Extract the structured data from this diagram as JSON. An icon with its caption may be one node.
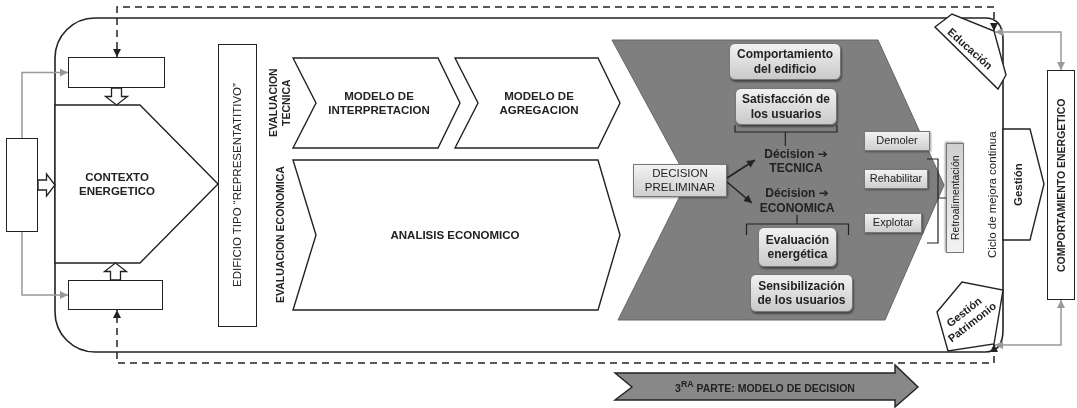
{
  "diagram": {
    "nodes": [
      {
        "text": [],
        "shape": "box"
      },
      {
        "text": [],
        "shape": "box"
      },
      {
        "text": [],
        "shape": "box",
        "in": 0
      },
      {
        "text": [],
        "shape": "box",
        "in": 0
      },
      {
        "text": [
          "CONTEXTO ENERGETICO"
        ],
        "in": 0
      },
      {
        "text": [
          "EDIFICIO TIPO “REPRESENTATITIVO”"
        ],
        "in": 0
      },
      {
        "text": [
          "MODELO DE INTERPRETACION"
        ],
        "in": 0
      },
      {
        "text": [
          "MODELO DE AGREGACION"
        ],
        "in": 0
      },
      {
        "text": [
          "ANALISIS ECONOMICO"
        ],
        "in": 0
      },
      {
        "text": [],
        "shape": "chevron",
        "in": 0
      },
      {
        "text": [
          "Comportamiento del edificio"
        ],
        "in": 9
      },
      {
        "text": [
          "Satisfacción de los usuarios"
        ],
        "in": 9
      },
      {
        "text": [
          "DECISION PRELIMINAR"
        ],
        "in": 9
      },
      {
        "text": [
          "Décision ➔ TECNICA"
        ],
        "in": 9
      },
      {
        "text": [
          "Décision ➔ ECONOMICA"
        ],
        "in": 9
      },
      {
        "text": [
          "Evaluación energética"
        ],
        "in": 9
      },
      {
        "text": [
          "Sensibilización de los usuarios"
        ],
        "in": 9
      },
      {
        "text": [
          "Demoler"
        ],
        "in": 9
      },
      {
        "text": [
          "Rehabilitar"
        ],
        "in": 9
      },
      {
        "text": [
          "Explotar"
        ],
        "in": 9
      },
      {
        "text": [
          "Retroalimentación"
        ],
        "in": 0
      },
      {
        "text": [
          "Educación"
        ],
        "in": 0
      },
      {
        "text": [
          "Gestión"
        ]
      },
      {
        "text": [
          "Gestión Patrimonio"
        ],
        "in": 0
      },
      {
        "text": [
          "COMPORTAMIENTO ENERGETICO"
        ]
      },
      {
        "text": [
          "3$^{RA}$ PARTE: MODELO DE DECISION"
        ]
      }
    ],
    "edges": [
      {
        "from": 1,
        "to": 2,
        "arrow": "to",
        "color": "#999999"
      },
      {
        "from": 1,
        "to": 3,
        "arrow": "to",
        "color": "#999999"
      },
      {
        "from": 1,
        "to": 4,
        "arrow": "to",
        "style": "thick"
      },
      {
        "from": 2,
        "to": 4,
        "arrow": "to",
        "style": "thick"
      },
      {
        "from": 3,
        "to": 4,
        "arrow": "to",
        "style": "thick"
      },
      {
        "from": 21,
        "to": 2,
        "arrow": "both",
        "style": "dashed",
        "color": "#222222"
      },
      {
        "from": 23,
        "to": 3,
        "arrow": "both",
        "style": "dashed",
        "color": "#222222"
      },
      {
        "from": 24,
        "to": 21,
        "arrow": "both",
        "color": "#999999"
      },
      {
        "from": 24,
        "to": 23,
        "arrow": "both",
        "color": "#999999"
      },
      {
        "from": 12,
        "to": 13,
        "arrow": "to",
        "color": "#222222"
      },
      {
        "from": 12,
        "to": 14,
        "arrow": "to",
        "color": "#222222"
      },
      {
        "from": 11,
        "to": 13,
        "arrow": "none",
        "color": "#222222"
      },
      {
        "from": 14,
        "to": 15,
        "arrow": "none",
        "color": "#222222"
      },
      {
        "from": 9,
        "to": 20,
        "arrow": "none",
        "color": "#222222"
      }
    ],
    "labels": [
      "EVALUACION TECNICA",
      "EVALUACION ECONOMICA",
      "Ciclo de mejora continua"
    ]
  }
}
